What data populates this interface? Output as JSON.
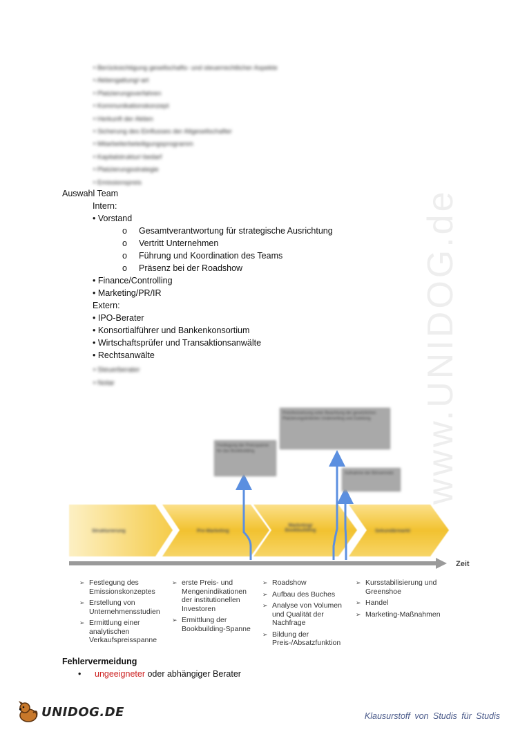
{
  "blurred_top": [
    "• Berücksichtigung gesellschafts- und steuerrechtlicher Aspekte",
    "• Aktiengattung/-art",
    "• Platzierungsverfahren",
    "• Kommunikationskonzept",
    "• Herkunft der Aktien",
    "• Sicherung des Einflusses der Altgesellschafter",
    "• Mitarbeiterbeteiligungsprogramm",
    "• Kapitalstruktur/-bedarf",
    "• Platzierungsstrategie",
    "• Emissionspreis"
  ],
  "team": {
    "heading": "Auswahl Team",
    "intern_label": "Intern:",
    "intern_items": [
      {
        "label": "• Vorstand"
      },
      {
        "label": "• Finance/Controlling"
      },
      {
        "label": "• Marketing/PR/IR"
      }
    ],
    "vorstand_sub": [
      "Gesamtverantwortung für strategische Ausrichtung",
      "Vertritt Unternehmen",
      "Führung und Koordination des Teams",
      "Präsenz bei der Roadshow"
    ],
    "sub_marker": "o",
    "extern_label": "Extern:",
    "extern_items": [
      "• IPO-Berater",
      "• Konsortialführer und Bankenkonsortium",
      "• Wirtschaftsprüfer und Transaktionsanwälte",
      "• Rechtsanwälte"
    ]
  },
  "blurred_bottom": [
    "• Steuerberater",
    "• Notar"
  ],
  "watermark": "www.UNIDOG.de",
  "diagram": {
    "axis_label": "Zeit",
    "phases": [
      "Strukturierung",
      "Pre-Marketing",
      "Marketing/ Bookbuilding",
      "Sekundärmarkt"
    ],
    "boxes": {
      "preisspanne": "Festlegung der Preisspanne für das Bookbuilding",
      "preis": "Preisfestsetzung unter Beachtung der gesetzlichen Platzierungskriterien Underwriting und Zuteilung",
      "aufnahme": "Aufnahme der Börsennotiz"
    },
    "columns": [
      [
        "Festlegung des Emissionskonzeptes",
        "Erstellung von Unternehmensstudien",
        "Ermittlung einer analytischen Verkaufspreisspanne"
      ],
      [
        "erste Preis- und Mengenindikationen der institutionellen Investoren",
        "Ermittlung der Bookbuilding-Spanne"
      ],
      [
        "Roadshow",
        "Aufbau des Buches",
        "Analyse von Volumen und Qualität der Nachfrage",
        "Bildung der Preis-/Absatzfunktion"
      ],
      [
        "Kursstabilisierung und Greenshoe",
        "Handel",
        "Marketing-Maßnahmen"
      ]
    ],
    "bullet_glyph": "➢"
  },
  "fehler": {
    "title": "Fehlervermeidung",
    "bullet_dot": "•",
    "bullet_red": "ungeeigneter",
    "bullet_rest": " oder abhängiger Berater"
  },
  "footer": {
    "logo": "UNIDOG.DE",
    "tagline": "Klausurstoff von Studis für Studis"
  },
  "colors": {
    "arrow_yellow": "#f2c230",
    "blue_arrow": "#5b8fe0",
    "axis_gray": "#9a9a9a",
    "red_text": "#cc2222"
  }
}
